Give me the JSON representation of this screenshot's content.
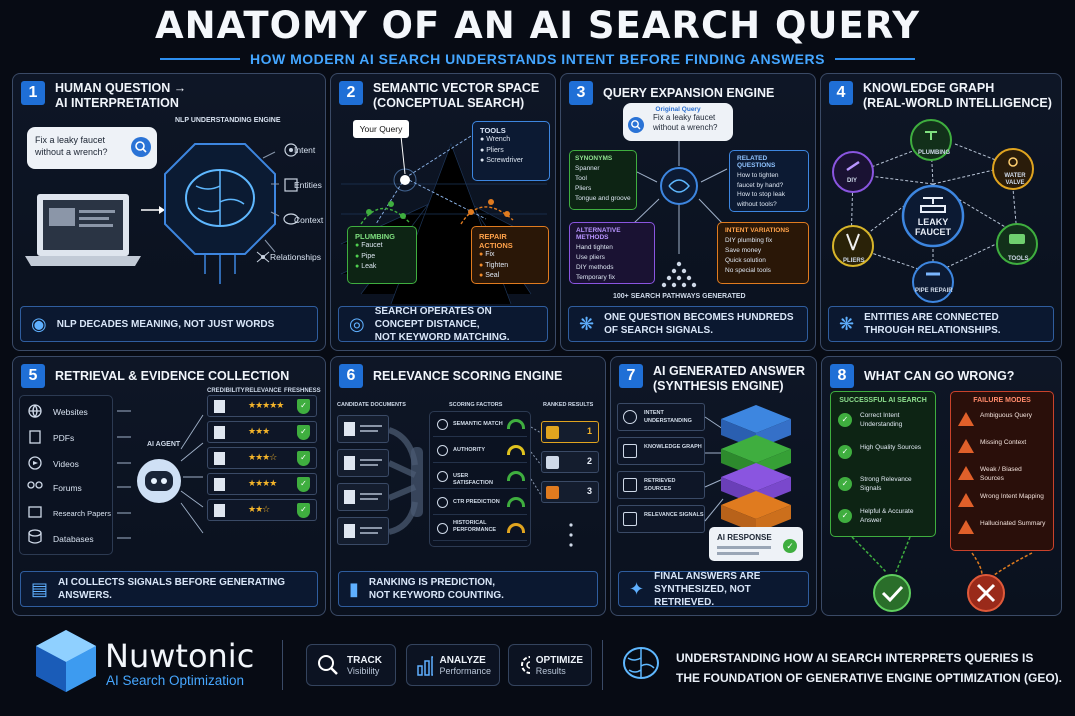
{
  "header": {
    "title": "ANATOMY OF AN AI SEARCH QUERY",
    "subtitle": "HOW MODERN AI SEARCH UNDERSTANDS INTENT BEFORE FINDING ANSWERS"
  },
  "panels": [
    {
      "number": "1",
      "title": [
        "HUMAN QUESTION →",
        "AI INTERPRETATION"
      ],
      "query": [
        "Fix a leaky faucet",
        "without a wrench?"
      ],
      "engine_label": "NLP UNDERSTANDING ENGINE",
      "outputs": [
        "Intent",
        "Entities",
        "Context",
        "Relationships"
      ],
      "footer": [
        "NLP DECADES MEANING, NOT JUST WORDS"
      ]
    },
    {
      "number": "2",
      "title": [
        "SEMANTIC VECTOR SPACE",
        "(CONCEPTUAL SEARCH)"
      ],
      "query_label": "Your Query",
      "tools": {
        "title": "TOOLS",
        "items": [
          "Wrench",
          "Pliers",
          "Screwdriver"
        ]
      },
      "plumbing": {
        "title": "PLUMBING",
        "items": [
          "Faucet",
          "Pipe",
          "Leak"
        ]
      },
      "repair": {
        "title": "REPAIR ACTIONS",
        "items": [
          "Fix",
          "Tighten",
          "Seal"
        ]
      },
      "footer": [
        "SEARCH OPERATES ON CONCEPT DISTANCE,",
        "NOT KEYWORD MATCHING."
      ]
    },
    {
      "number": "3",
      "title": [
        "QUERY EXPANSION ENGINE"
      ],
      "original": {
        "title": "Original Query",
        "text": [
          "Fix a leaky faucet",
          "without a wrench?"
        ]
      },
      "synonyms": {
        "title": "SYNONYMS",
        "items": [
          "Spanner",
          "Tool",
          "Pliers",
          "Tongue and groove"
        ]
      },
      "related": {
        "title": "RELATED QUESTIONS",
        "items": [
          "How to tighten",
          "faucet by hand?",
          "How to stop leak",
          "without tools?"
        ]
      },
      "alternative": {
        "title": "ALTERNATIVE METHODS",
        "items": [
          "Hand tighten",
          "Use pliers",
          "DIY methods",
          "Temporary fix"
        ]
      },
      "variations": {
        "title": "INTENT VARIATIONS",
        "items": [
          "DIY plumbing fix",
          "Save money",
          "Quick solution",
          "No special tools"
        ]
      },
      "pathways": "100+ SEARCH PATHWAYS GENERATED",
      "footer": [
        "ONE QUESTION BECOMES HUNDREDS",
        "OF SEARCH SIGNALS."
      ]
    },
    {
      "number": "4",
      "title": [
        "KNOWLEDGE GRAPH",
        "(REAL-WORLD INTELLIGENCE)"
      ],
      "center": [
        "LEAKY",
        "FAUCET"
      ],
      "nodes": [
        "PLUMBING",
        "WATER VALVE",
        "TOOLS",
        "PIPE REPAIR",
        "PLIERS",
        "DIY"
      ],
      "footer": [
        "ENTITIES ARE CONNECTED",
        "THROUGH RELATIONSHIPS."
      ]
    },
    {
      "number": "5",
      "title": [
        "RETRIEVAL & EVIDENCE COLLECTION"
      ],
      "sources": [
        "Websites",
        "PDFs",
        "Videos",
        "Forums",
        "Research Papers",
        "Databases"
      ],
      "columns": [
        "CREDIBILITY",
        "RELEVANCE",
        "FRESHNESS"
      ],
      "agent_label": "AI AGENT",
      "ratings": [
        5,
        3,
        3.5,
        4,
        2.5
      ],
      "footer": [
        "AI COLLECTS SIGNALS BEFORE GENERATING ANSWERS."
      ]
    },
    {
      "number": "6",
      "title": [
        "RELEVANCE SCORING ENGINE"
      ],
      "col_candidates": "CANDIDATE DOCUMENTS",
      "col_factors": "SCORING FACTORS",
      "col_ranked": "RANKED RESULTS",
      "factors": [
        "SEMANTIC MATCH",
        "AUTHORITY",
        "USER SATISFACTION",
        "CTR PREDICTION",
        "HISTORICAL PERFORMANCE"
      ],
      "ranks": [
        "1",
        "2",
        "3"
      ],
      "footer": [
        "RANKING IS PREDICTION,",
        "NOT KEYWORD COUNTING."
      ]
    },
    {
      "number": "7",
      "title": [
        "AI GENERATED ANSWER",
        "(SYNTHESIS ENGINE)"
      ],
      "inputs": [
        "INTENT UNDERSTANDING",
        "KNOWLEDGE GRAPH",
        "RETRIEVED SOURCES",
        "RELEVANCE SIGNALS"
      ],
      "response_label": "AI RESPONSE",
      "footer": [
        "FINAL ANSWERS ARE",
        "SYNTHESIZED, NOT RETRIEVED."
      ]
    },
    {
      "number": "8",
      "title": [
        "WHAT CAN GO WRONG?"
      ],
      "success": {
        "title": "SUCCESSFUL AI SEARCH",
        "items": [
          "Correct Intent Understanding",
          "High Quality Sources",
          "Strong Relevance Signals",
          "Helpful & Accurate Answer"
        ]
      },
      "failure": {
        "title": "FAILURE MODES",
        "items": [
          "Ambiguous Query",
          "Missing Context",
          "Weak / Biased Sources",
          "Wrong Intent Mapping",
          "Hallucinated Summary"
        ]
      }
    }
  ],
  "bottom": {
    "brand": "Nuwtonic",
    "brand_tag": "AI Search Optimization",
    "buttons": [
      {
        "title": "TRACK",
        "sub": "Visibility"
      },
      {
        "title": "ANALYZE",
        "sub": "Performance"
      },
      {
        "title": "OPTIMIZE",
        "sub": "Results"
      }
    ],
    "tagline": [
      "UNDERSTANDING HOW AI SEARCH INTERPRETS QUERIES IS",
      "THE FOUNDATION OF GENERATIVE ENGINE OPTIMIZATION (GEO)."
    ]
  },
  "colors": {
    "accent": "#1f6fd6",
    "success": "#3fae3f",
    "warning": "#e07b1f",
    "failure": "#c9422b"
  }
}
